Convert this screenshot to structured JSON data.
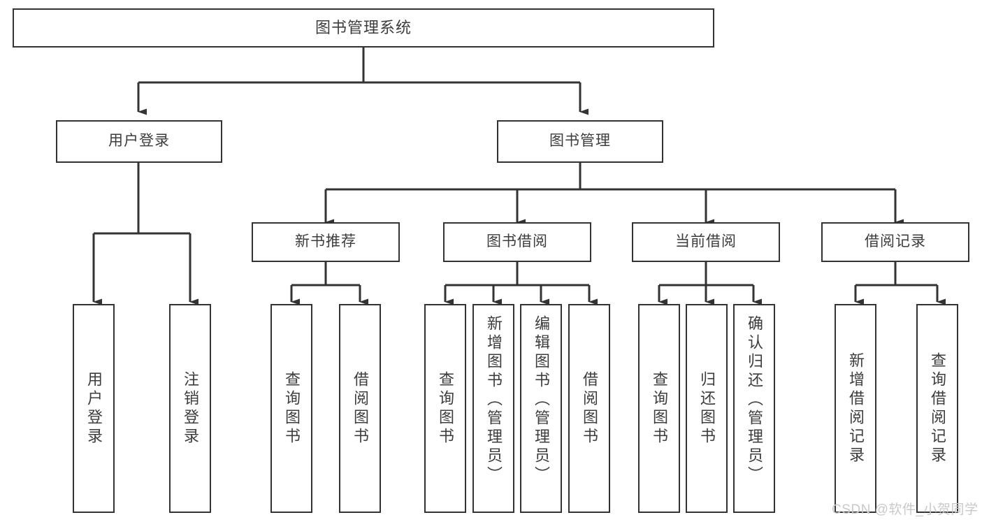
{
  "diagram": {
    "title_text": "图书管理系统",
    "type": "hierarchy-tree",
    "background_color": "#ffffff",
    "box_border_color": "#333333",
    "text_color": "#3c3c3c",
    "connector_color": "#333333"
  },
  "nodes": {
    "root": {
      "label": "图书管理系统"
    },
    "level1": [
      {
        "label": "用户登录"
      },
      {
        "label": "图书管理"
      }
    ],
    "level2": [
      {
        "label": "新书推荐"
      },
      {
        "label": "图书借阅"
      },
      {
        "label": "当前借阅"
      },
      {
        "label": "借阅记录"
      }
    ],
    "leaves": {
      "user_login": [
        {
          "label": "用户登录"
        },
        {
          "label": "注销登录"
        }
      ],
      "new_book_recommend": [
        {
          "label": "查询图书"
        },
        {
          "label": "借阅图书"
        }
      ],
      "book_borrow": [
        {
          "label": "查询图书"
        },
        {
          "label": "新增图书（管理员）"
        },
        {
          "label": "编辑图书（管理员）"
        },
        {
          "label": "借阅图书"
        }
      ],
      "current_borrow": [
        {
          "label": "查询图书"
        },
        {
          "label": "归还图书"
        },
        {
          "label": "确认归还（管理员）"
        }
      ],
      "borrow_record": [
        {
          "label": "新增借阅记录"
        },
        {
          "label": "查询借阅记录"
        }
      ]
    }
  },
  "watermark": {
    "text": "CSDN @软件_小贺同学"
  }
}
